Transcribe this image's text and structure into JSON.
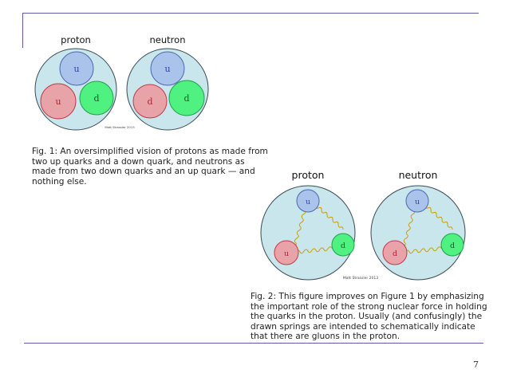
{
  "figure1": {
    "labels": {
      "left": "proton",
      "right": "neutron"
    },
    "proton_quarks": [
      "u",
      "u",
      "d"
    ],
    "neutron_quarks": [
      "u",
      "d",
      "d"
    ],
    "credit": "Matt Strassler 2013",
    "caption": "Fig. 1: An oversimplified vision of protons as made from two up quarks and a down quark, and neutrons as made from two down quarks and an up quark — and nothing else."
  },
  "figure2": {
    "labels": {
      "left": "proton",
      "right": "neutron"
    },
    "proton_quarks": [
      "u",
      "u",
      "d"
    ],
    "neutron_quarks": [
      "u",
      "d",
      "d"
    ],
    "credit": "Matt Strassler 2013",
    "caption": "Fig. 2: This figure improves on Figure 1 by emphasizing the important role of the strong nuclear force in holding the quarks in the proton. Usually (and confusingly) the drawn springs are intended to schematically indicate that there are gluons in the proton."
  },
  "page_number": "7",
  "colors": {
    "hadron_fill": "#c8e6ec",
    "hadron_stroke": "#3b4a56",
    "blue_quark": "#a9c3ea",
    "blue_quark_stroke": "#4f66b0",
    "red_quark": "#e8a3a8",
    "red_quark_stroke": "#c23a48",
    "green_quark": "#4ff280",
    "green_quark_stroke": "#21a048",
    "spring": "#c9a000",
    "rule": "#5b5ea6"
  }
}
